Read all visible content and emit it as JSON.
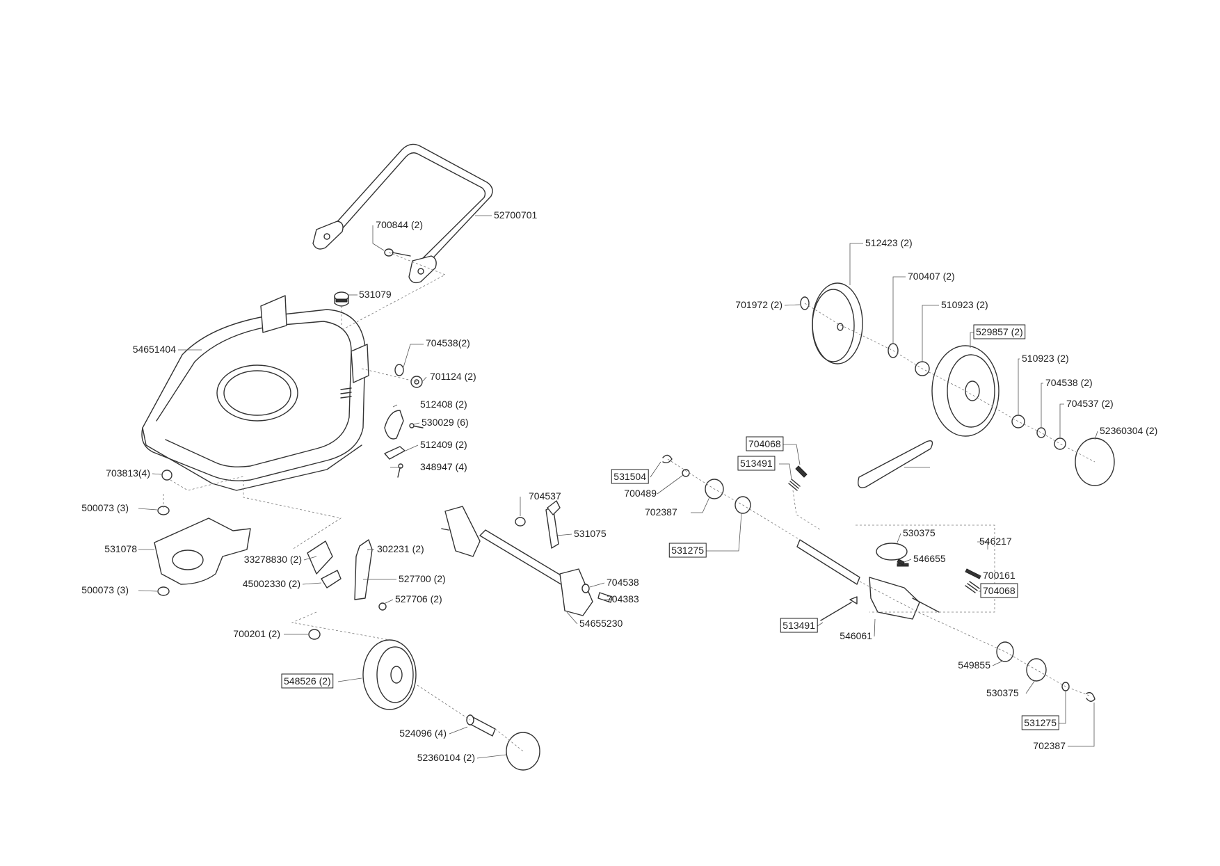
{
  "callouts": [
    {
      "text": "52700701",
      "boxed": false
    },
    {
      "text": "700844 (2)",
      "boxed": false
    },
    {
      "text": "531079",
      "boxed": false
    },
    {
      "text": "54651404",
      "boxed": false
    },
    {
      "text": "704538(2)",
      "boxed": false
    },
    {
      "text": "701124 (2)",
      "boxed": false
    },
    {
      "text": "512408 (2)",
      "boxed": false
    },
    {
      "text": "530029 (6)",
      "boxed": false
    },
    {
      "text": "512409 (2)",
      "boxed": false
    },
    {
      "text": "348947 (4)",
      "boxed": false
    },
    {
      "text": "703813(4)",
      "boxed": false
    },
    {
      "text": "500073 (3)",
      "boxed": false
    },
    {
      "text": "531078",
      "boxed": false
    },
    {
      "text": "500073 (3)",
      "boxed": false
    },
    {
      "text": "33278830 (2)",
      "boxed": false
    },
    {
      "text": "302231 (2)",
      "boxed": false
    },
    {
      "text": "45002330 (2)",
      "boxed": false
    },
    {
      "text": "527700 (2)",
      "boxed": false
    },
    {
      "text": "527706 (2)",
      "boxed": false
    },
    {
      "text": "700201 (2)",
      "boxed": false
    },
    {
      "text": "548526 (2)",
      "boxed": true
    },
    {
      "text": "524096 (4)",
      "boxed": false
    },
    {
      "text": "52360104 (2)",
      "boxed": false
    },
    {
      "text": "704537",
      "boxed": false
    },
    {
      "text": "531075",
      "boxed": false
    },
    {
      "text": "704538",
      "boxed": false
    },
    {
      "text": "704383",
      "boxed": false
    },
    {
      "text": "54655230",
      "boxed": false
    },
    {
      "text": "512423 (2)",
      "boxed": false
    },
    {
      "text": "700407 (2)",
      "boxed": false
    },
    {
      "text": "701972 (2)",
      "boxed": false
    },
    {
      "text": "510923 (2)",
      "boxed": false
    },
    {
      "text": "529857 (2)",
      "boxed": true
    },
    {
      "text": "510923 (2)",
      "boxed": false
    },
    {
      "text": "704538 (2)",
      "boxed": false
    },
    {
      "text": "704537 (2)",
      "boxed": false
    },
    {
      "text": "52360304 (2)",
      "boxed": false
    },
    {
      "text": "704068",
      "boxed": true
    },
    {
      "text": "513491",
      "boxed": true
    },
    {
      "text": "531504",
      "boxed": true
    },
    {
      "text": "700489",
      "boxed": false
    },
    {
      "text": "702387",
      "boxed": false
    },
    {
      "text": "531275",
      "boxed": true
    },
    {
      "text": "530375",
      "boxed": false
    },
    {
      "text": "546217",
      "boxed": false
    },
    {
      "text": "546655",
      "boxed": false
    },
    {
      "text": "700161",
      "boxed": false
    },
    {
      "text": "704068",
      "boxed": true
    },
    {
      "text": "513491",
      "boxed": true
    },
    {
      "text": "546061",
      "boxed": false
    },
    {
      "text": "549855",
      "boxed": false
    },
    {
      "text": "530375",
      "boxed": false
    },
    {
      "text": "531275",
      "boxed": true
    },
    {
      "text": "702387",
      "boxed": false
    },
    {
      "text": "700489",
      "boxed": false
    }
  ]
}
